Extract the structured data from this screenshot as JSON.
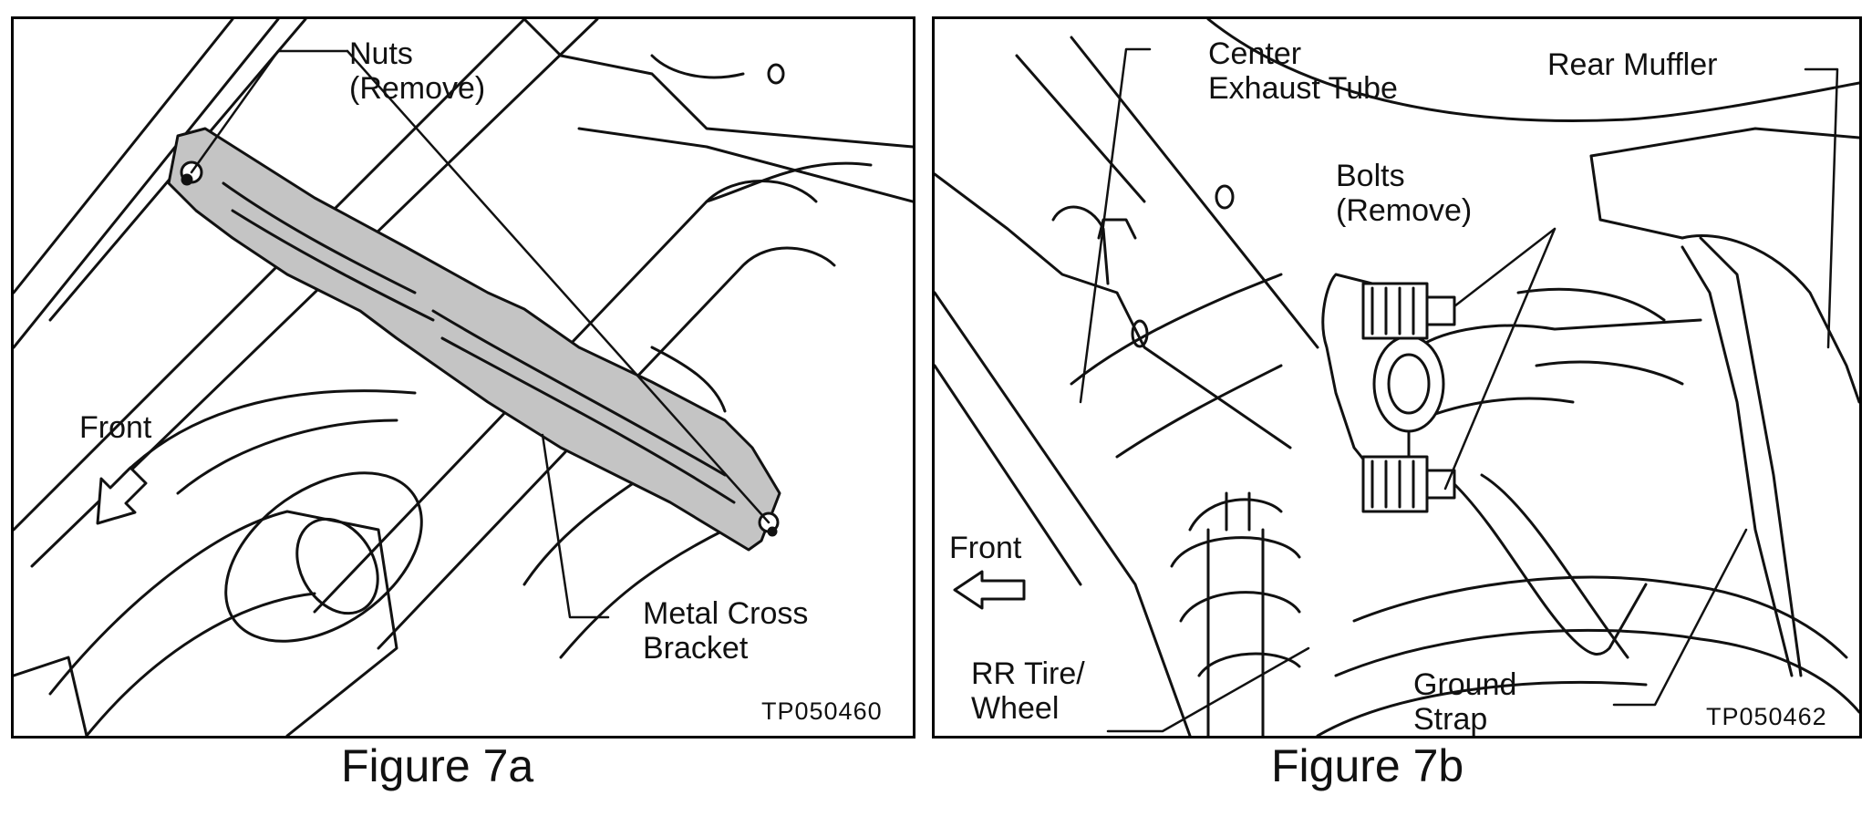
{
  "figures": [
    {
      "caption": "Figure 7a",
      "code": "TP050460",
      "labels": {
        "nuts_line1": "Nuts",
        "nuts_line2": "(Remove)",
        "front": "Front",
        "bracket_line1": "Metal Cross",
        "bracket_line2": "Bracket"
      }
    },
    {
      "caption": "Figure 7b",
      "code": "TP050462",
      "labels": {
        "center_line1": "Center",
        "center_line2": "Exhaust Tube",
        "muffler": "Rear Muffler",
        "bolts_line1": "Bolts",
        "bolts_line2": "(Remove)",
        "front": "Front",
        "tire_line1": "RR Tire/",
        "tire_line2": "Wheel",
        "strap_line1": "Ground",
        "strap_line2": "Strap"
      }
    }
  ],
  "colors": {
    "highlight": "#c4c4c4",
    "ink": "#111111"
  }
}
